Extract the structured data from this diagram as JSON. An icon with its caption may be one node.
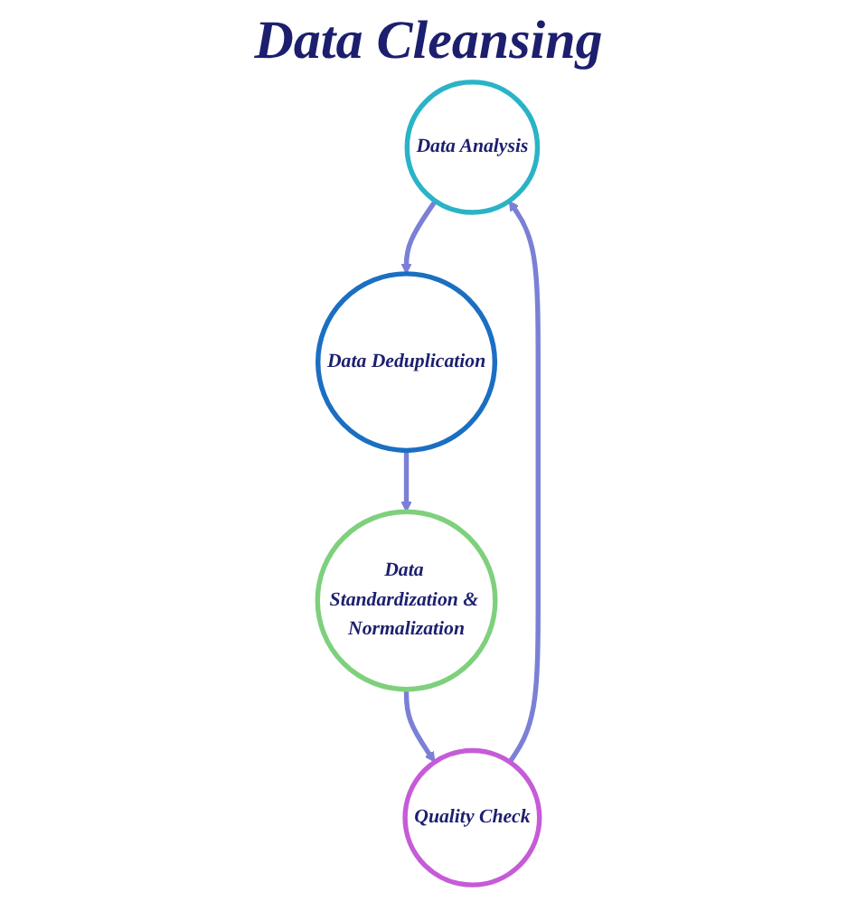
{
  "diagram": {
    "title": "Data Cleansing",
    "nodes": [
      {
        "text": [
          "Data Analysis"
        ]
      },
      {
        "text": [
          "Data Deduplication"
        ]
      },
      {
        "text": [
          "Data Standardization & Normalization"
        ]
      },
      {
        "text": [
          "Quality Check"
        ]
      }
    ],
    "edges": [
      {
        "from": 0,
        "to": 1,
        "arrow": "to"
      },
      {
        "from": 1,
        "to": 2,
        "arrow": "to"
      },
      {
        "from": 2,
        "to": 3,
        "arrow": "to"
      },
      {
        "from": 3,
        "to": 0,
        "arrow": "to"
      }
    ]
  }
}
